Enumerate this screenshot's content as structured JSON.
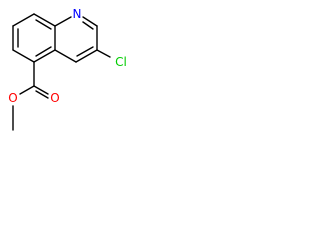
{
  "molecule": {
    "atoms": {
      "nitrogen": {
        "text": "N",
        "color": "#0000ff"
      },
      "chlorine": {
        "text": "Cl",
        "color": "#00cc00"
      },
      "carbonyl_oxygen": {
        "text": "O",
        "color": "#ff0000"
      },
      "ester_oxygen": {
        "text": "O",
        "color": "#ff0000"
      }
    },
    "bond_color": "#000000"
  }
}
